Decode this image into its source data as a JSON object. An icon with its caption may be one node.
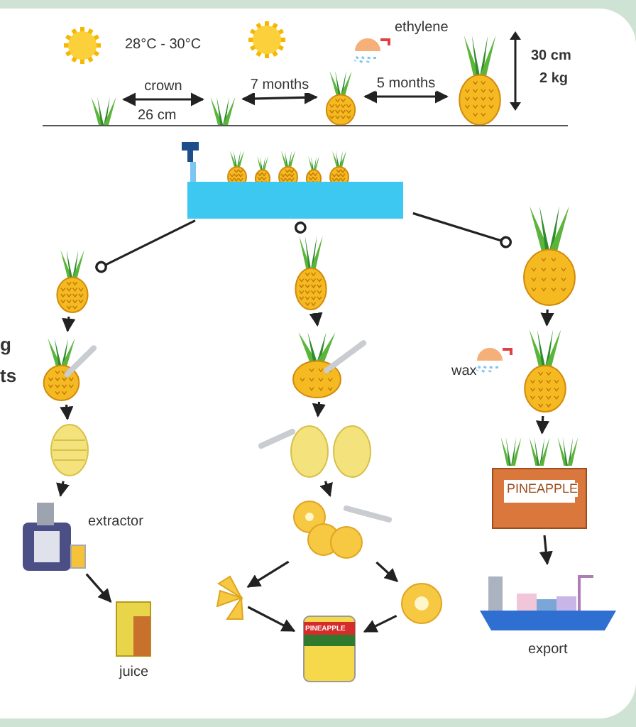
{
  "diagram": {
    "nodes": [
      {
        "text": [],
        "shape": "picture"
      },
      {
        "text": [],
        "shape": "picture"
      },
      {
        "text": [],
        "shape": "picture"
      },
      {
        "text": [],
        "shape": "picture"
      },
      {
        "text": [],
        "shape": "picture"
      },
      {
        "text": [],
        "shape": "picture"
      },
      {
        "text": [],
        "shape": "picture"
      },
      {
        "text": [],
        "shape": "picture"
      },
      {
        "text": [],
        "shape": "picture",
        "beside": [
          "extractor"
        ]
      },
      {
        "text": [],
        "shape": "picture",
        "beside": [
          "juice"
        ]
      },
      {
        "text": [],
        "shape": "picture"
      },
      {
        "text": [],
        "shape": "picture"
      },
      {
        "text": [],
        "shape": "picture"
      },
      {
        "text": [],
        "shape": "picture"
      },
      {
        "text": [],
        "shape": "picture"
      },
      {
        "text": [],
        "shape": "picture"
      },
      {
        "text": [],
        "shape": "picture"
      },
      {
        "text": [],
        "shape": "picture"
      },
      {
        "text": [],
        "shape": "picture"
      },
      {
        "text": [],
        "shape": "picture"
      },
      {
        "text": [],
        "shape": "picture",
        "beside": [
          "export"
        ]
      }
    ],
    "edges": [
      {
        "from": 0,
        "to": 1,
        "arrow": "both",
        "label": "crown"
      },
      {
        "from": 1,
        "to": 2,
        "arrow": "both",
        "label": "7 months"
      },
      {
        "from": 2,
        "to": 3,
        "arrow": "both",
        "label": "5 months"
      },
      {
        "from": 4,
        "to": 5,
        "arrow": "other"
      },
      {
        "from": 4,
        "to": 10,
        "arrow": "other"
      },
      {
        "from": 4,
        "to": 17,
        "arrow": "other"
      },
      {
        "from": 5,
        "to": 6,
        "arrow": "to"
      },
      {
        "from": 6,
        "to": 7,
        "arrow": "to"
      },
      {
        "from": 7,
        "to": 8,
        "arrow": "to"
      },
      {
        "from": 8,
        "to": 9,
        "arrow": "to"
      },
      {
        "from": 10,
        "to": 11,
        "arrow": "to"
      },
      {
        "from": 11,
        "to": 12,
        "arrow": "to"
      },
      {
        "from": 12,
        "to": 13,
        "arrow": "to"
      },
      {
        "from": 13,
        "to": 14,
        "arrow": "to"
      },
      {
        "from": 13,
        "to": 15,
        "arrow": "to"
      },
      {
        "from": 14,
        "to": 16,
        "arrow": "to"
      },
      {
        "from": 15,
        "to": 16,
        "arrow": "to"
      },
      {
        "from": 17,
        "to": 18,
        "arrow": "to"
      },
      {
        "from": 18,
        "to": 19,
        "arrow": "to"
      },
      {
        "from": 19,
        "to": 20,
        "arrow": "to"
      }
    ],
    "labels": [
      "28°C - 30°C",
      "ethylene",
      "30 cm",
      "2 kg",
      "26 cm",
      "g",
      "ts",
      "wax",
      "PINEAPPLE",
      "PINEAPPLE"
    ]
  }
}
